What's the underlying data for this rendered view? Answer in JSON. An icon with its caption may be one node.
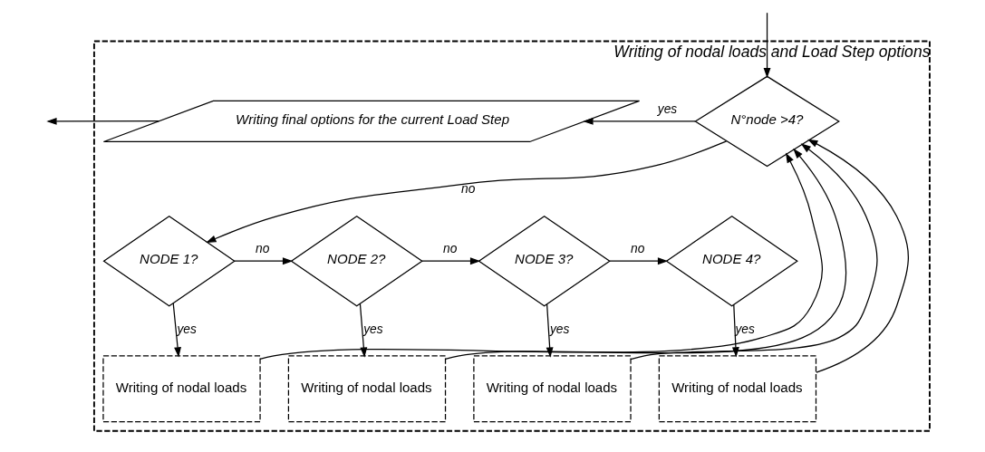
{
  "diagram": {
    "nodes": [
      {
        "text": [
          "Writing of nodal loads and Load Step options"
        ]
      },
      {
        "text": [
          "N°node >4?"
        ],
        "in": 0
      },
      {
        "text": [
          "Writing final options for the current Load Step"
        ],
        "in": 0
      },
      {
        "text": [
          "NODE 1?"
        ],
        "in": 0
      },
      {
        "text": [
          "NODE 2?"
        ],
        "in": 0
      },
      {
        "text": [
          "NODE 3?"
        ],
        "in": 0
      },
      {
        "text": [
          "NODE 4?"
        ],
        "in": 0
      },
      {
        "text": [
          "Writing of nodal loads"
        ],
        "in": 0
      },
      {
        "text": [
          "Writing of nodal loads"
        ],
        "in": 0
      },
      {
        "text": [
          "Writing of nodal loads"
        ],
        "in": 0
      },
      {
        "text": [
          "Writing of nodal loads"
        ],
        "in": 0
      }
    ],
    "edges": [
      {
        "from": null,
        "to": 1,
        "arrow": "to"
      },
      {
        "from": 1,
        "to": 2,
        "arrow": "to",
        "label": "yes"
      },
      {
        "from": 2,
        "to": null,
        "arrow": "to"
      },
      {
        "from": 1,
        "to": 3,
        "arrow": "to",
        "label": "no"
      },
      {
        "from": 3,
        "to": 4,
        "arrow": "to",
        "label": "no"
      },
      {
        "from": 4,
        "to": 5,
        "arrow": "to",
        "label": "no"
      },
      {
        "from": 5,
        "to": 6,
        "arrow": "to",
        "label": "no"
      },
      {
        "from": 3,
        "to": 7,
        "arrow": "to",
        "label": "yes"
      },
      {
        "from": 4,
        "to": 8,
        "arrow": "to",
        "label": "yes"
      },
      {
        "from": 5,
        "to": 9,
        "arrow": "to",
        "label": "yes"
      },
      {
        "from": 6,
        "to": 10,
        "arrow": "to",
        "label": "yes"
      },
      {
        "from": 7,
        "to": 1,
        "arrow": "to"
      },
      {
        "from": 8,
        "to": 1,
        "arrow": "to"
      },
      {
        "from": 9,
        "to": 1,
        "arrow": "to"
      },
      {
        "from": 10,
        "to": 1,
        "arrow": "to"
      }
    ]
  }
}
